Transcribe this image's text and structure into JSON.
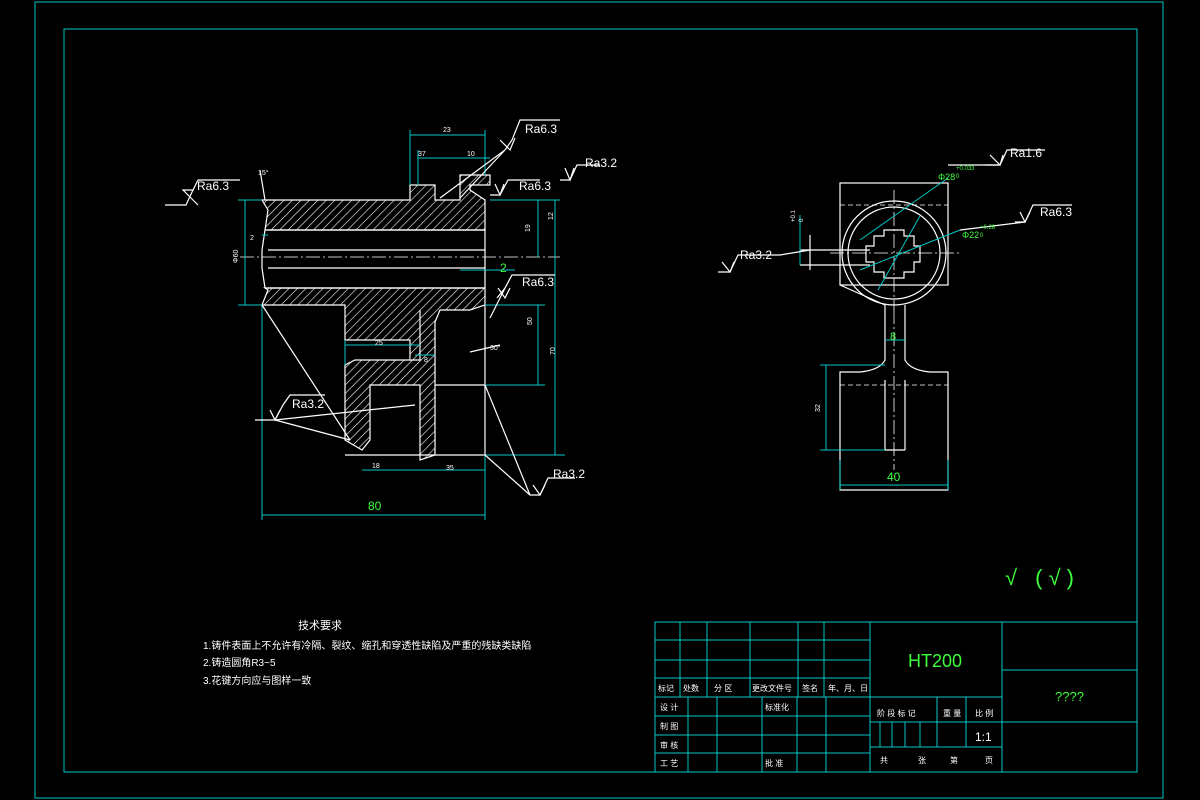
{
  "drawing": {
    "ra_labels": [
      "Ra6.3",
      "Ra6.3",
      "Ra3.2",
      "Ra6.3",
      "Ra6.3",
      "Ra3.2",
      "Ra3.2",
      "Ra1.6",
      "Ra6.3",
      "Ra3.2"
    ],
    "dims": {
      "d23": "23",
      "d10": "10",
      "d2_left": "2",
      "d2_green": "2",
      "d80": "80",
      "d25": "25",
      "d35": "35",
      "d8_small": "8",
      "d40": "40",
      "d8_green": "8",
      "d32": "32",
      "d12": "12",
      "d19": "19",
      "d50": "50",
      "d70": "70",
      "d15": "15°",
      "d30": "30°",
      "d_phi60": "Φ60",
      "phi28": "Φ28",
      "phi28_tol": "+0.033",
      "phi28_tol0": "0",
      "phi22": "Φ22",
      "phi22_tol": "+0.28",
      "phi22_tol0": "0",
      "k_tol": "+0.1",
      "k_tol0": "0",
      "d37": "37",
      "d18": "18"
    },
    "check_symbol": "√ (√)"
  },
  "tech_requirements": {
    "title": "技术要求",
    "items": [
      "1.铸件表面上不允许有冷隔、裂纹、缩孔和穿透性缺陷及严重的残缺类缺陷",
      "2.铸造圆角R3~5",
      "3.花键方向应与图样一致"
    ]
  },
  "title_block": {
    "material": "HT200",
    "part_name": "????",
    "scale": "1:1",
    "row_labels": [
      "标记",
      "处数",
      "分 区",
      "更改文件号",
      "签名",
      "年、月、日"
    ],
    "design": "设 计",
    "standard": "标准化",
    "draw": "制 图",
    "review": "审 核",
    "process": "工 艺",
    "approve": "批 准",
    "stage_labels": [
      "阶 段 标 记",
      "重 量",
      "比 例"
    ],
    "sheet_labels": [
      "共",
      "张",
      "第",
      "页"
    ]
  }
}
